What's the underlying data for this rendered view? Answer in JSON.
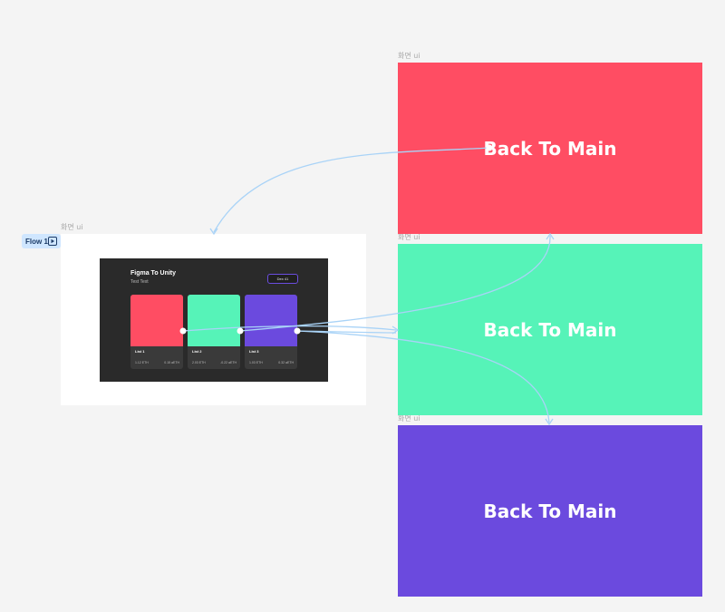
{
  "canvas": {
    "background": "#f4f4f4",
    "connector_color": "#a9d3f7"
  },
  "flow": {
    "label": "Flow 1",
    "icon": "play-icon"
  },
  "main_frame": {
    "label": "화면 ui",
    "title": "Figma To Unity",
    "subtitle": "Test Text",
    "button_label": "Dex 41",
    "cards": [
      {
        "name": "List 1",
        "stat_left": "1.12 ETH",
        "stat_right": "0.15 aETH",
        "color": "#ff4d63"
      },
      {
        "name": "List 2",
        "stat_left": "2.03 ETH",
        "stat_right": "-0.22 aETH",
        "color": "#56f3b8"
      },
      {
        "name": "List 3",
        "stat_left": "1.03 ETH",
        "stat_right": "0.32 aETH",
        "color": "#6b4ade"
      }
    ]
  },
  "screens": [
    {
      "label": "화면 ui",
      "text": "Back To Main",
      "color": "#ff4d63"
    },
    {
      "label": "화면 ui",
      "text": "Back To Main",
      "color": "#56f3b8"
    },
    {
      "label": "화면 ui",
      "text": "Back To Main",
      "color": "#6b4ade"
    }
  ]
}
